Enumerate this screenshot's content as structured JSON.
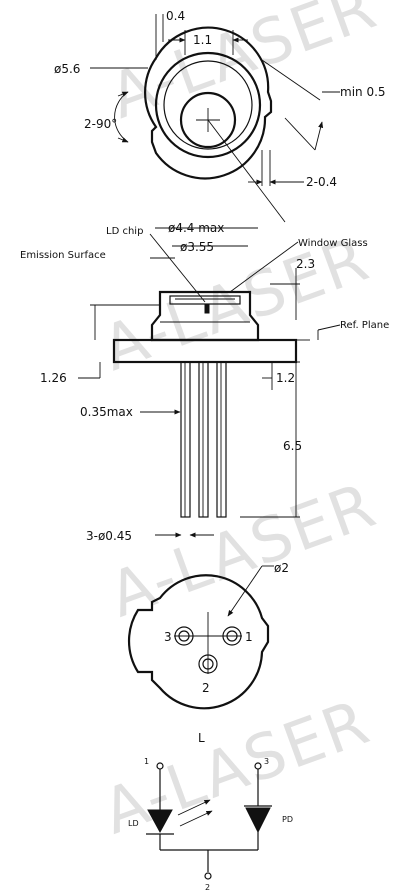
{
  "watermark": "A-LASER",
  "top_view": {
    "dim_04": "0.4",
    "dim_11": "1.1",
    "dim_dia56": "ø5.6",
    "dim_min05": "min 0.5",
    "dim_2x90": "2-90°",
    "dim_2x04": "2-0.4"
  },
  "side_view": {
    "ld_chip": "LD chip",
    "emission_surface": "Emission Surface",
    "dim_dia44": "ø4.4 max",
    "dim_dia355": "ø3.55",
    "window_glass": "Window Glass",
    "dim_23": "2.3",
    "ref_plane": "Ref. Plane",
    "dim_126": "1.26",
    "dim_12": "1.2",
    "dim_035": "0.35max",
    "dim_65": "6.5",
    "dim_pins": "3-ø0.45"
  },
  "bottom_view": {
    "dim_dia2": "ø2",
    "pin1": "1",
    "pin2": "2",
    "pin3": "3"
  },
  "circuit": {
    "label_l": "L",
    "node1": "1",
    "node3": "3",
    "node2": "2",
    "ld": "LD",
    "pd": "PD"
  }
}
